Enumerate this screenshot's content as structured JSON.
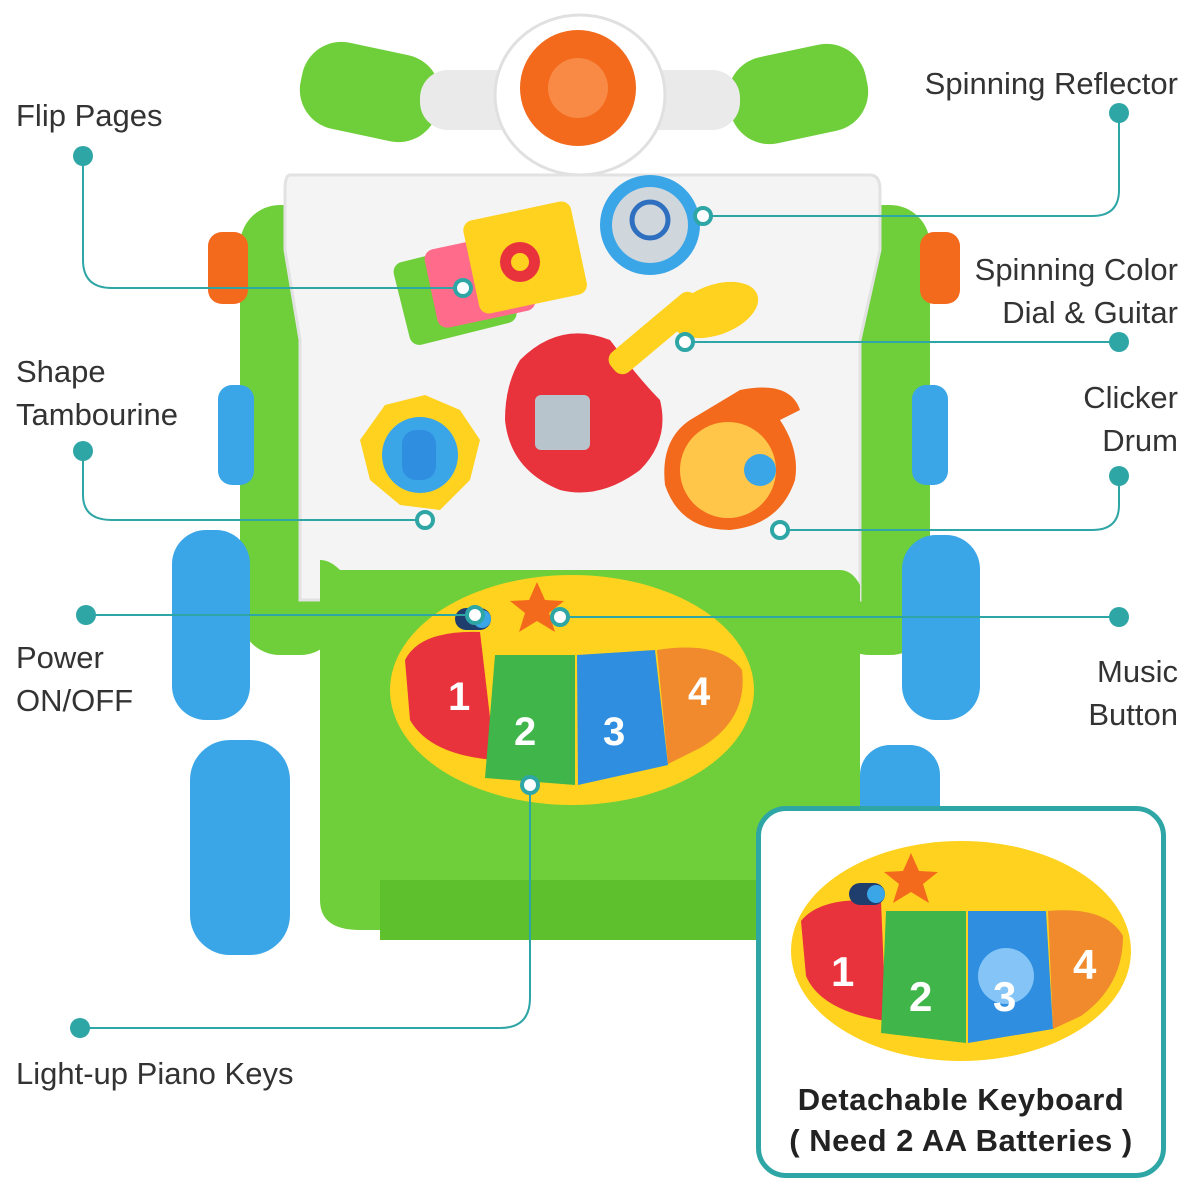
{
  "labels": {
    "flip_pages": "Flip Pages",
    "spinning_reflector": "Spinning Reflector",
    "spinning_dial_line1": "Spinning Color",
    "spinning_dial_line2": "Dial & Guitar",
    "shape_tambourine_line1": "Shape",
    "shape_tambourine_line2": "Tambourine",
    "clicker_drum_line1": "Clicker",
    "clicker_drum_line2": "Drum",
    "power_line1": "Power",
    "power_line2": "ON/OFF",
    "music_button_line1": "Music",
    "music_button_line2": "Button",
    "piano_keys": "Light-up Piano Keys"
  },
  "inset": {
    "caption_line1": "Detachable Keyboard",
    "caption_line2": "( Need 2 AA Batteries )"
  },
  "key_numbers": [
    "1",
    "2",
    "3",
    "4"
  ],
  "colors": {
    "callout": "#2fa6a6",
    "body_green": "#6fcf3a",
    "panel_white": "#f4f4f4",
    "wheel_blue": "#3aa6e8",
    "key_red": "#e8323c",
    "key_green": "#3fb54a",
    "key_blue": "#2f8ee0",
    "key_orange": "#f08a2c",
    "keyboard_yellow": "#ffd21f",
    "accent_orange": "#f36a1c"
  }
}
